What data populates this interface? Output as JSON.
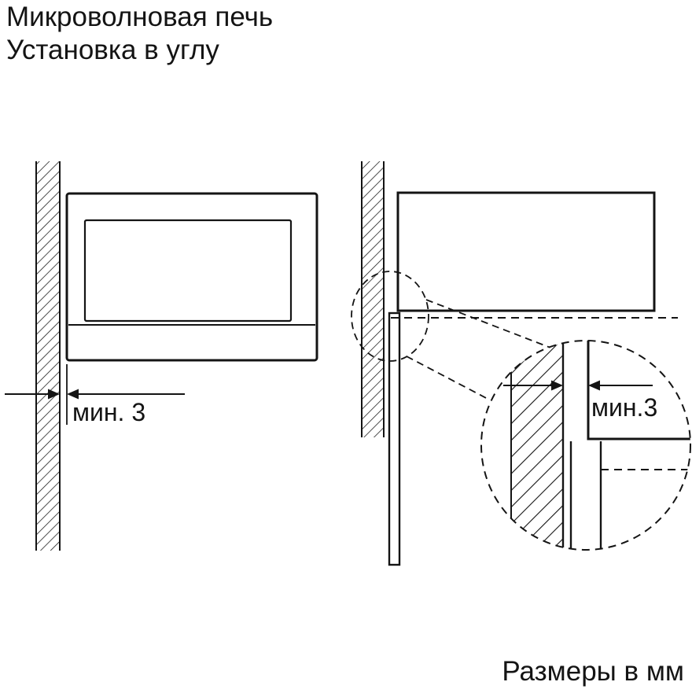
{
  "header": {
    "title_line1": "Микроволновая печь",
    "title_line2": "Установка в углу"
  },
  "front_view": {
    "gap_label": "мин. 3"
  },
  "detail_view": {
    "gap_label": "мин.3"
  },
  "footer": {
    "units_label": "Размеры в мм"
  },
  "colors": {
    "line": "#141414",
    "background": "#ffffff"
  }
}
